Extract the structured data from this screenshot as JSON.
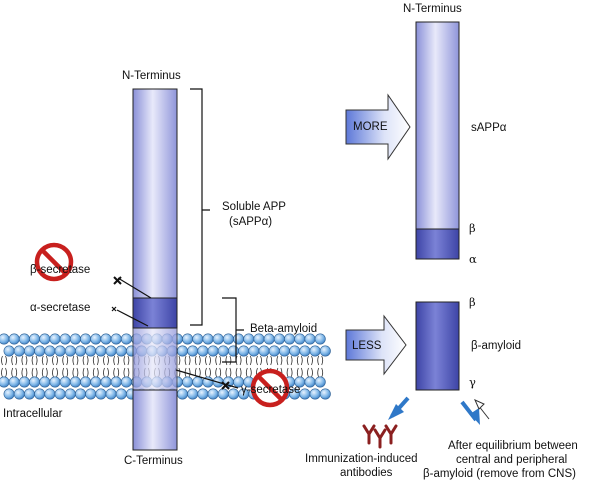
{
  "left_protein": {
    "n_terminus": "N-Terminus",
    "c_terminus": "C-Terminus",
    "soluble_app_line1": "Soluble APP",
    "soluble_app_line2": "(sAPPα)",
    "beta_amyloid": "Beta-amyloid",
    "beta_secretase": "β-secretase",
    "alpha_secretase": "α-secretase",
    "gamma_secretase": "γ-secretase",
    "intracellular": "Intracellular"
  },
  "right_top": {
    "n_terminus": "N-Terminus",
    "arrow_label": "MORE",
    "sapp_alpha": "sAPPα",
    "beta": "β",
    "alpha": "α"
  },
  "right_bottom": {
    "arrow_label": "LESS",
    "beta": "β",
    "beta_amyloid": "β-amyloid",
    "gamma": "γ"
  },
  "outcomes": {
    "immunization_line1": "Immunization-induced",
    "immunization_line2": "antibodies",
    "equilibrium_line1": "After equilibrium between",
    "equilibrium_line2": "central and peripheral",
    "equilibrium_line3": "β-amyloid (remove from CNS)"
  },
  "colors": {
    "protein_light": "#c8cbf0",
    "protein_mid": "#9aa0e2",
    "protein_dark": "#5057b8",
    "membrane_bead": "#6aa8e0",
    "inhibit_red": "#c8201e",
    "arrow_fill": "#2f78c8",
    "antibody_color": "#8b2020"
  },
  "icons": {
    "inhibit": "no-symbol-icon",
    "cleavage": "x-mark-icon",
    "antibody": "y-antibody-icon"
  }
}
